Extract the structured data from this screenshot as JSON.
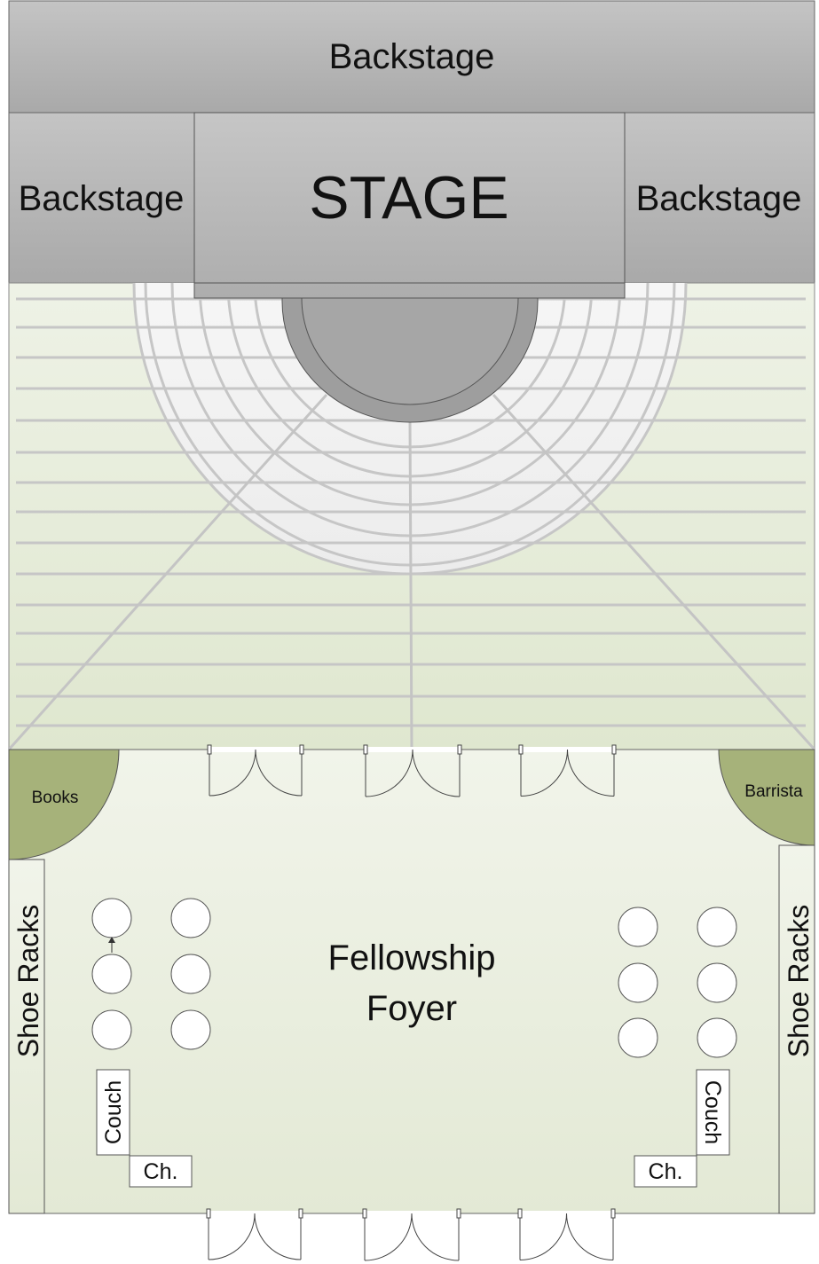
{
  "labels": {
    "backstage_top": "Backstage",
    "backstage_left": "Backstage",
    "backstage_right": "Backstage",
    "stage": "STAGE",
    "books": "Books",
    "barrista": "Barrista",
    "foyer_line1": "Fellowship",
    "foyer_line2": "Foyer",
    "shoe_racks_left": "Shoe Racks",
    "shoe_racks_right": "Shoe Racks",
    "couch_left": "Couch",
    "couch_right": "Couch",
    "chair_left": "Ch.",
    "chair_right": "Ch."
  },
  "colors": {
    "backstage_fill": "#b8b8b8",
    "stage_fill": "#bdbdbd",
    "seating_fill": "#e5ecd8",
    "seating_lines": "#c8c8c8",
    "foyer_fill": "#eaeedf",
    "corner_booth_fill": "#a6b27a",
    "table_fill": "#ffffff",
    "outline": "#555555"
  }
}
